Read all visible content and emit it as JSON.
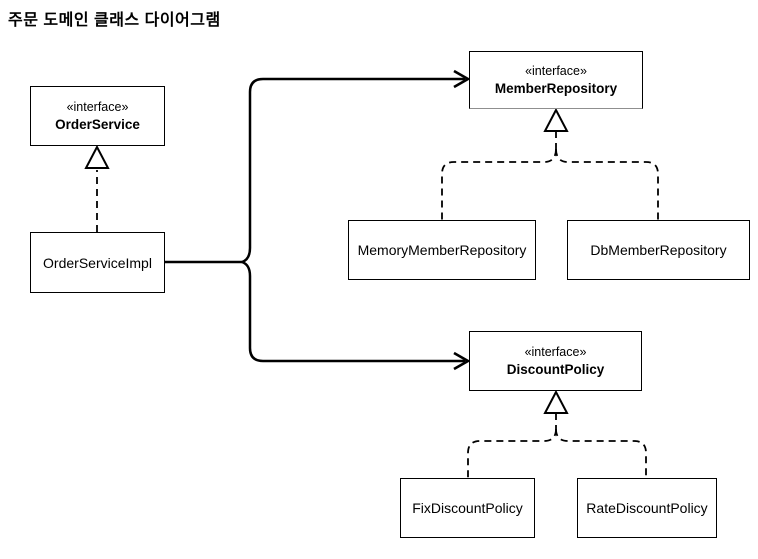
{
  "title": "주문 도메인 클래스 다이어그램",
  "diagram": {
    "nodes": {
      "order_service": {
        "stereotype": "«interface»",
        "name": "OrderService"
      },
      "order_service_impl": {
        "name": "OrderServiceImpl"
      },
      "member_repository": {
        "stereotype": "«interface»",
        "name": "MemberRepository"
      },
      "memory_member_repository": {
        "name": "MemoryMemberRepository"
      },
      "db_member_repository": {
        "name": "DbMemberRepository"
      },
      "discount_policy": {
        "stereotype": "«interface»",
        "name": "DiscountPolicy"
      },
      "fix_discount_policy": {
        "name": "FixDiscountPolicy"
      },
      "rate_discount_policy": {
        "name": "RateDiscountPolicy"
      }
    },
    "edges": [
      {
        "from": "OrderServiceImpl",
        "to": "OrderService",
        "type": "realization"
      },
      {
        "from": "MemoryMemberRepository",
        "to": "MemberRepository",
        "type": "realization"
      },
      {
        "from": "DbMemberRepository",
        "to": "MemberRepository",
        "type": "realization"
      },
      {
        "from": "FixDiscountPolicy",
        "to": "DiscountPolicy",
        "type": "realization"
      },
      {
        "from": "RateDiscountPolicy",
        "to": "DiscountPolicy",
        "type": "realization"
      },
      {
        "from": "OrderServiceImpl",
        "to": "MemberRepository",
        "type": "dependency-arrow"
      },
      {
        "from": "OrderServiceImpl",
        "to": "DiscountPolicy",
        "type": "dependency-arrow"
      }
    ],
    "colors": {
      "stroke": "#000000",
      "background": "#ffffff"
    }
  }
}
